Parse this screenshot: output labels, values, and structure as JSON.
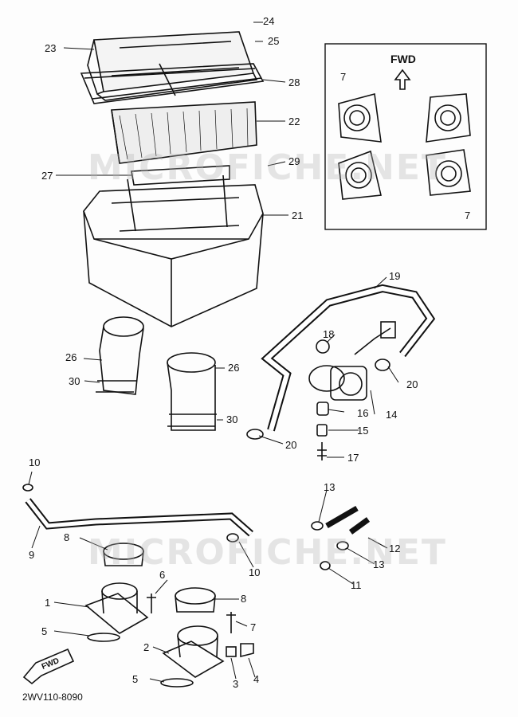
{
  "callouts": {
    "c1": "1",
    "c2": "2",
    "c3": "3",
    "c4": "4",
    "c5a": "5",
    "c5b": "5",
    "c6": "6",
    "c7a": "7",
    "c7b": "7",
    "c7c": "7",
    "c8a": "8",
    "c8b": "8",
    "c9": "9",
    "c10a": "10",
    "c10b": "10",
    "c11": "11",
    "c12": "12",
    "c13a": "13",
    "c13b": "13",
    "c14": "14",
    "c15": "15",
    "c16": "16",
    "c17": "17",
    "c18": "18",
    "c19": "19",
    "c20a": "20",
    "c20b": "20",
    "c21": "21",
    "c22": "22",
    "c23": "23",
    "c24": "24",
    "c25": "25",
    "c26a": "26",
    "c26b": "26",
    "c27": "27",
    "c28": "28",
    "c29": "29",
    "c30a": "30",
    "c30b": "30"
  },
  "inset": {
    "fwd_label": "FWD"
  },
  "fwd_stamp": "FWD",
  "drawing_code": "2WV110-8090",
  "watermark": "MICROFICHE.NET"
}
